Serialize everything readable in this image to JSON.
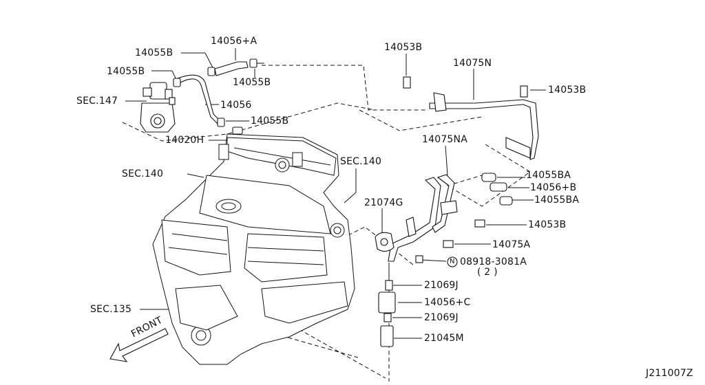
{
  "diagram_id": "J211007Z",
  "front_label": "FRONT",
  "labels": {
    "p14056A": "14056+A",
    "p14055B_1": "14055B",
    "p14055B_2": "14055B",
    "p14055B_3": "14055B",
    "p14055B_4": "14055B",
    "sec147": "SEC.147",
    "p14056": "14056",
    "p14020H": "14020H",
    "p14053B_1": "14053B",
    "p14053B_2": "14053B",
    "p14053B_3": "14053B",
    "p14075N": "14075N",
    "p14075NA": "14075NA",
    "sec140_l": "SEC.140",
    "sec140_r": "SEC.140",
    "p21074G": "21074G",
    "p14055BA_1": "14055BA",
    "p14056B": "14056+B",
    "p14055BA_2": "14055BA",
    "p14075A": "14075A",
    "n_symbol": "N",
    "p08918": "08918-3081A",
    "p08918_qty": "( 2 )",
    "p21069J_1": "21069J",
    "p14056C": "14056+C",
    "p21069J_2": "21069J",
    "sec135": "SEC.135",
    "p21045M": "21045M"
  }
}
